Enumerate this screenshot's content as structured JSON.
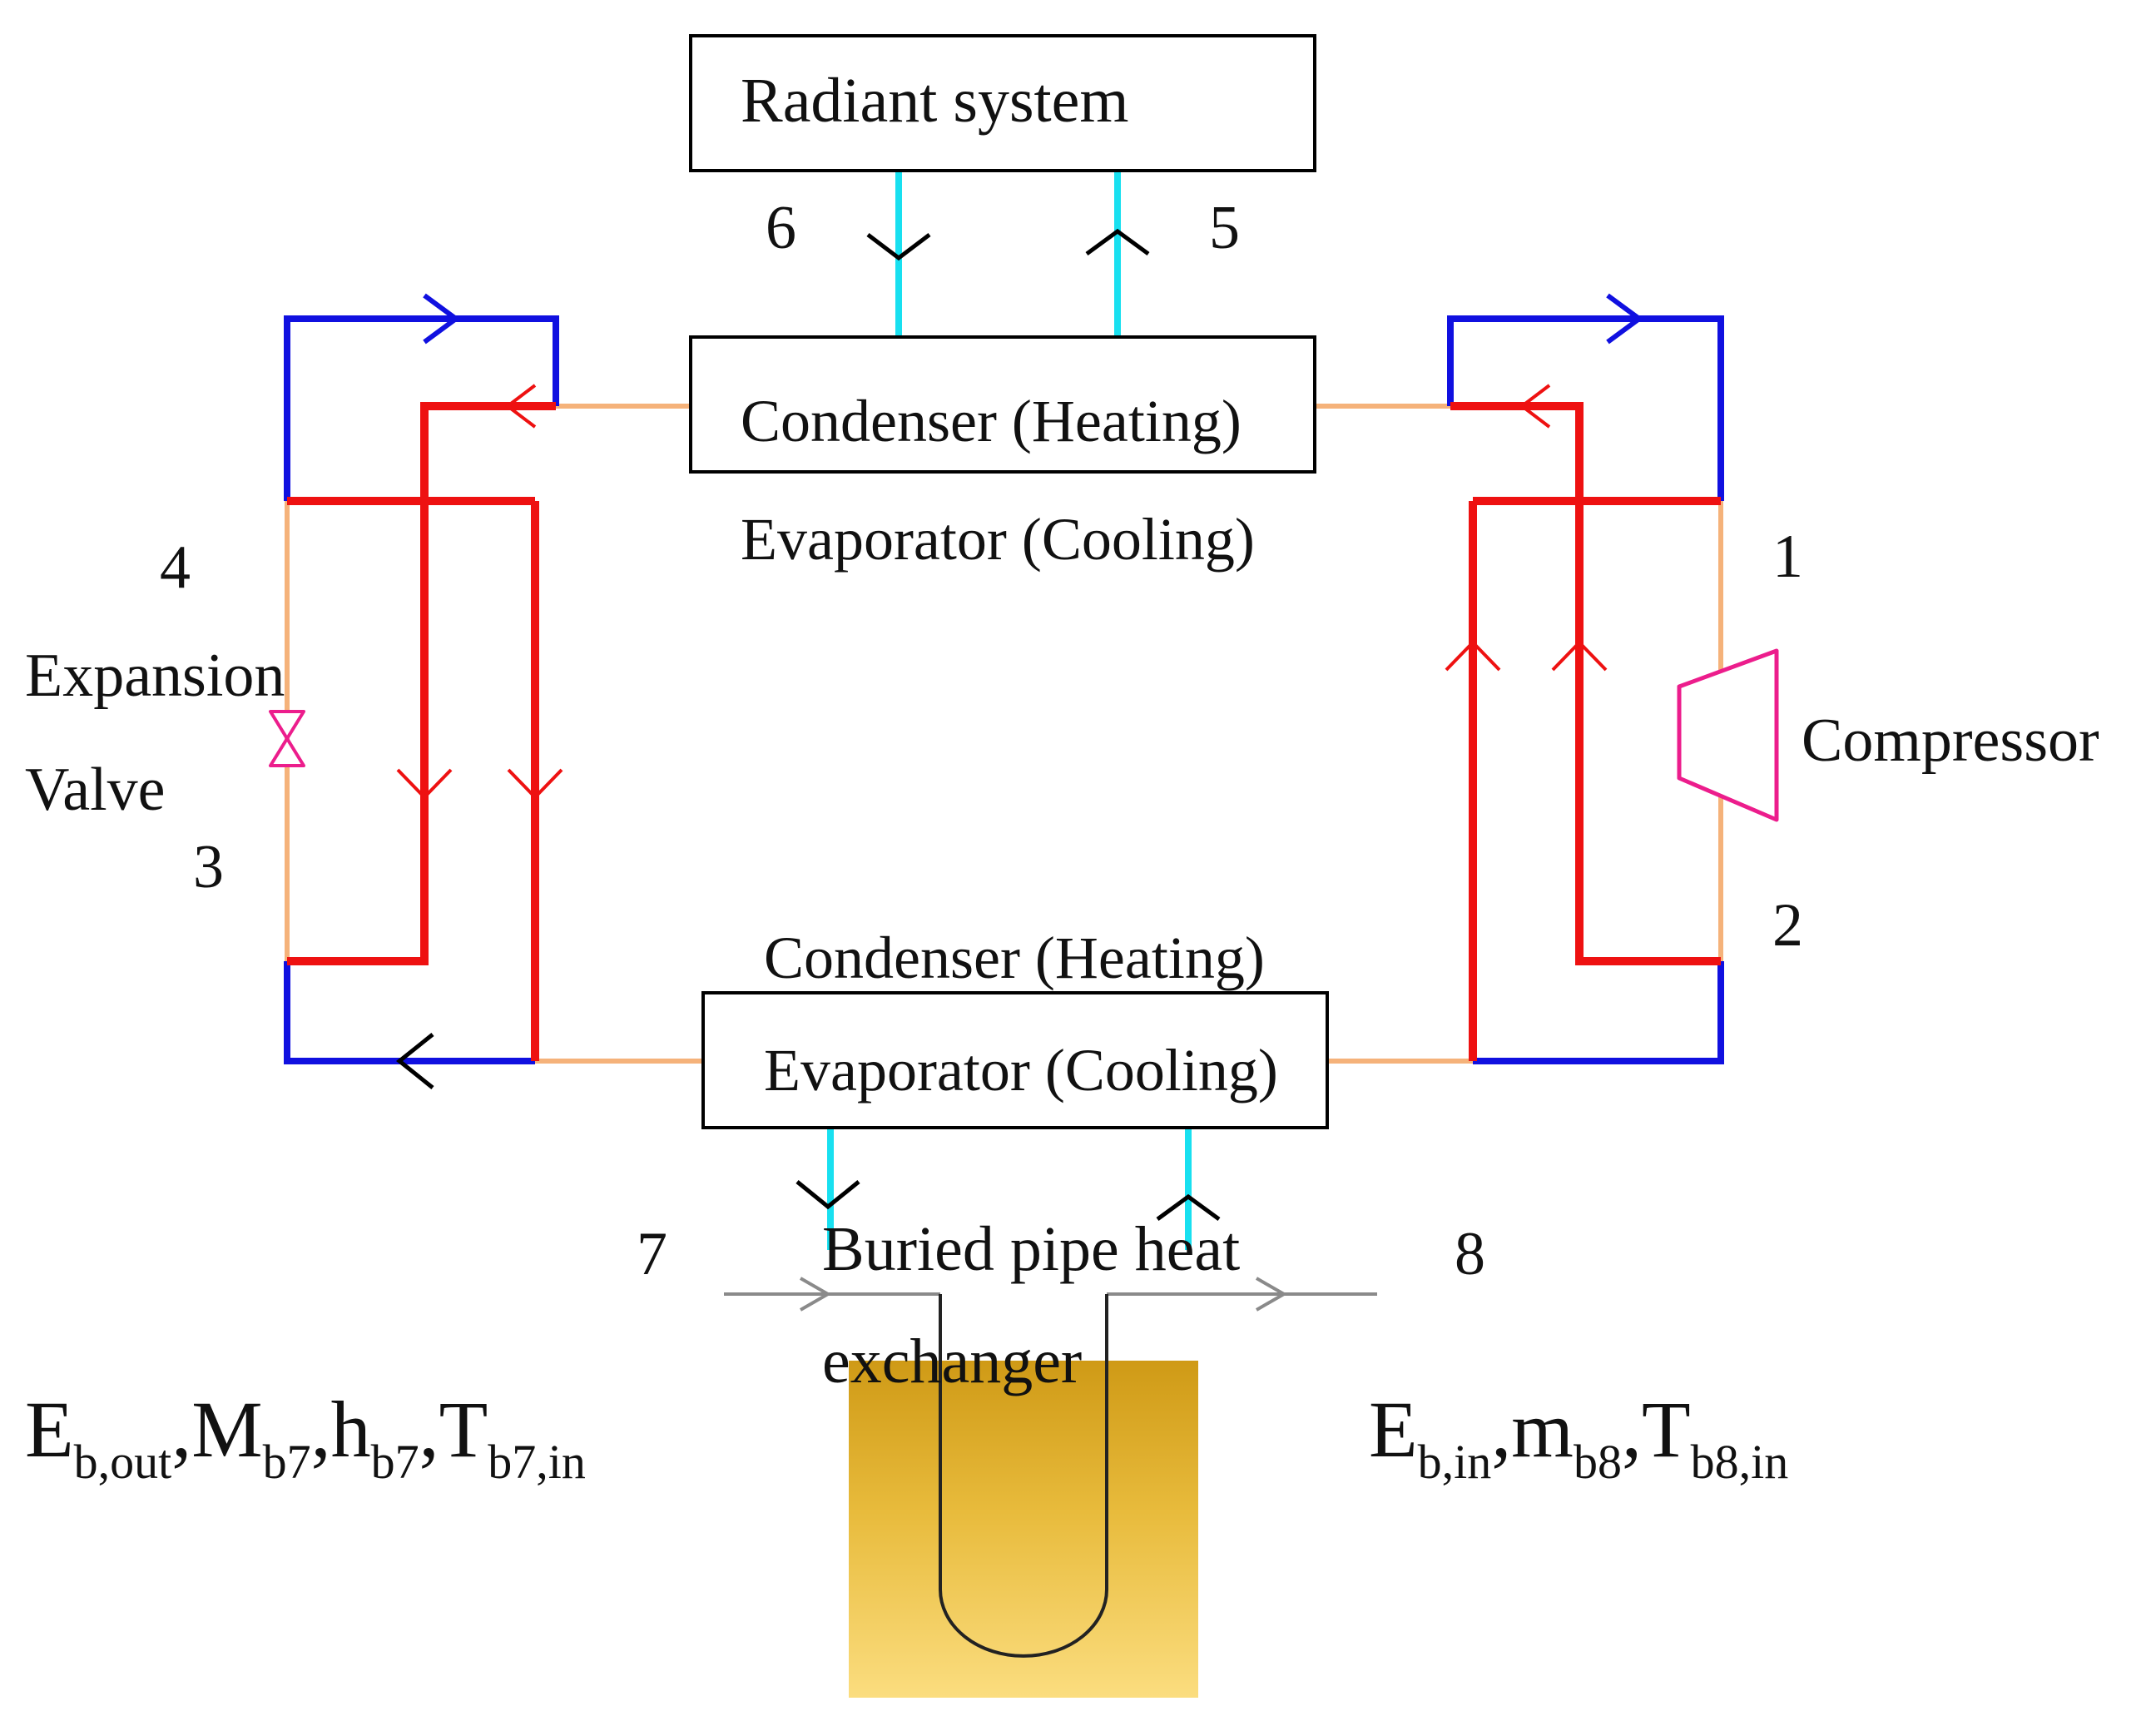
{
  "labels": {
    "radiant": "Radiant system",
    "condenser_top": "Condenser (Heating)",
    "evaporator_top": "Evaporator (Cooling)",
    "condenser_bottom": "Condenser (Heating)",
    "evaporator_bottom": "Evaporator (Cooling)",
    "expansion": "Expansion",
    "valve": "Valve",
    "compressor": "Compressor",
    "buried_1": "Buried pipe heat",
    "buried_2": "exchanger"
  },
  "points": {
    "p1": "1",
    "p2": "2",
    "p3": "3",
    "p4": "4",
    "p5": "5",
    "p6": "6",
    "p7": "7",
    "p8": "8"
  },
  "left_formula": {
    "e": "E",
    "e_sub": "b,out",
    "m": ",M",
    "m_sub": "b7",
    "h": ",h",
    "h_sub": "b7",
    "t": ",T",
    "t_sub": "b7,in"
  },
  "right_formula": {
    "e": "E",
    "e_sub": "b,in",
    "m": ",m",
    "m_sub": "b8",
    "t": ",T",
    "t_sub": "b8,in"
  },
  "colors": {
    "blue_line": "#1010e0",
    "red_line": "#ee1111",
    "orange_line": "#f5b27a",
    "cyan_line": "#18e0f0",
    "pink_symbol": "#ec1d8c",
    "ground_top": "#cf9a16",
    "ground_bottom": "#fbdd7f"
  }
}
